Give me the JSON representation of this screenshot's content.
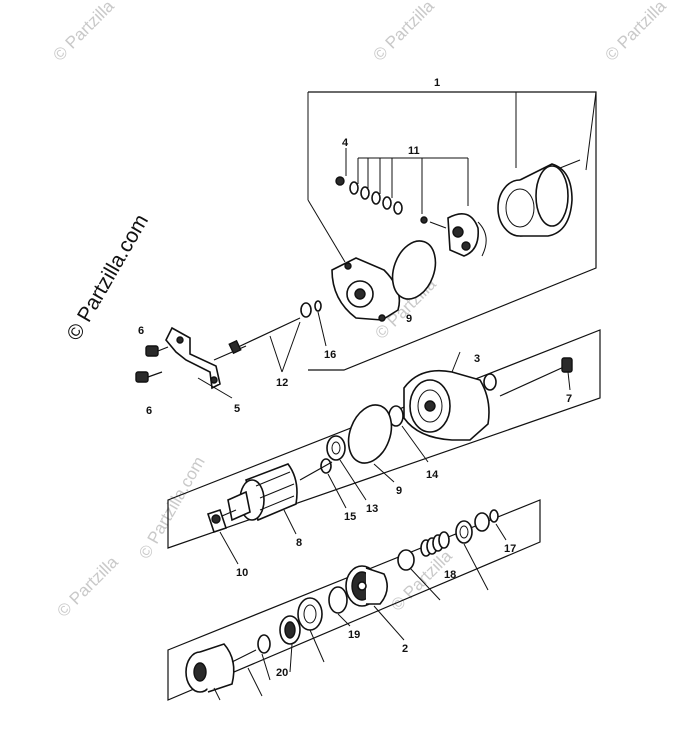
{
  "watermark": {
    "text": "© Partzilla.com",
    "short": "© Partzilla"
  },
  "colors": {
    "line": "#111111",
    "watermark": "#c9c9c9",
    "background": "#ffffff"
  },
  "callouts": {
    "c1": "1",
    "c2": "2",
    "c3": "3",
    "c4": "4",
    "c5": "5",
    "c6a": "6",
    "c6b": "6",
    "c7": "7",
    "c8": "8",
    "c9a": "9",
    "c9b": "9",
    "c10": "10",
    "c11": "11",
    "c12": "12",
    "c13": "13",
    "c14": "14",
    "c15": "15",
    "c16": "16",
    "c17": "17",
    "c18": "18",
    "c19": "19",
    "c20": "20"
  }
}
